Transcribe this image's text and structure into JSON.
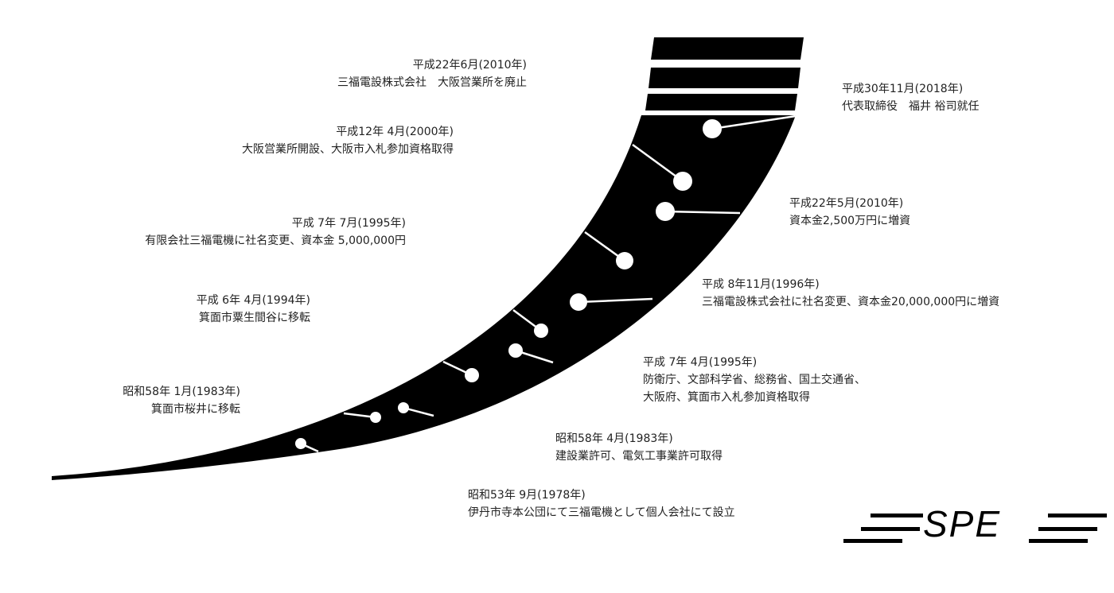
{
  "events": [
    {
      "date": "平成30年11月(2018年)",
      "text": "代表取締役　福井 裕司就任"
    },
    {
      "date": "平成22年6月(2010年)",
      "text": "三福電設株式会社　大阪営業所を廃止"
    },
    {
      "date": "平成22年5月(2010年)",
      "text": "資本金2,500万円に増資"
    },
    {
      "date": "平成12年 4月(2000年)",
      "text": "大阪営業所開設、大阪市入札参加資格取得"
    },
    {
      "date": "平成 8年11月(1996年)",
      "text": "三福電設株式会社に社名変更、資本金20,000,000円に増資"
    },
    {
      "date": "平成 7年 7月(1995年)",
      "text": "有限会社三福電機に社名変更、資本金 5,000,000円"
    },
    {
      "date": "平成 7年 4月(1995年)",
      "lines": [
        "防衛庁、文部科学省、総務省、国土交通省、",
        "大阪府、箕面市入札参加資格取得"
      ]
    },
    {
      "date": "平成 6年 4月(1994年)",
      "text": "箕面市粟生間谷に移転"
    },
    {
      "date": "昭和58年 4月(1983年)",
      "text": "建設業許可、電気工事業許可取得"
    },
    {
      "date": "昭和58年 1月(1983年)",
      "text": "箕面市桜井に移転"
    },
    {
      "date": "昭和53年 9月(1978年)",
      "text": "伊丹市寺本公団にて三福電機として個人会社にて設立"
    }
  ],
  "logo": {
    "text": "SPE"
  },
  "colors": {
    "shape": "#000000",
    "text": "#222222"
  }
}
